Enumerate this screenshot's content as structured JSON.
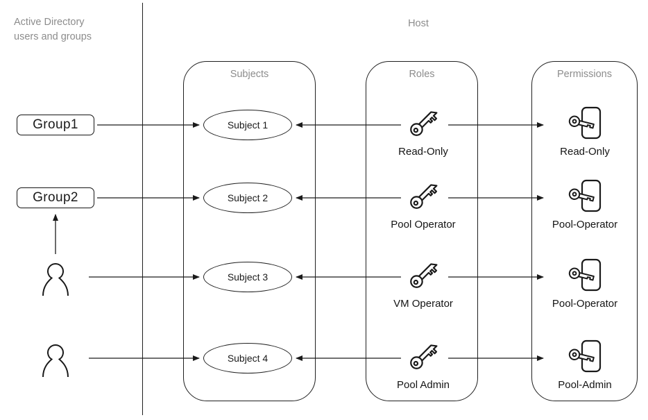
{
  "header": {
    "ad_label": "Active Directory users and groups",
    "host_label": "Host"
  },
  "containers": {
    "subjects_label": "Subjects",
    "roles_label": "Roles",
    "permissions_label": "Permissions"
  },
  "ad_sources": {
    "group1_label": "Group1",
    "group2_label": "Group2"
  },
  "subjects": [
    "Subject 1",
    "Subject 2",
    "Subject 3",
    "Subject 4"
  ],
  "roles": [
    "Read-Only",
    "Pool Operator",
    "VM Operator",
    "Pool Admin"
  ],
  "permissions": [
    "Read-Only",
    "Pool-Operator",
    "Pool-Operator",
    "Pool-Admin"
  ],
  "icons": {
    "role": "key-icon",
    "permission": "key-card-icon",
    "user": "person-icon"
  },
  "colors": {
    "stroke": "#1a1a1a",
    "muted_text": "#8c8c8c",
    "background": "#ffffff"
  }
}
